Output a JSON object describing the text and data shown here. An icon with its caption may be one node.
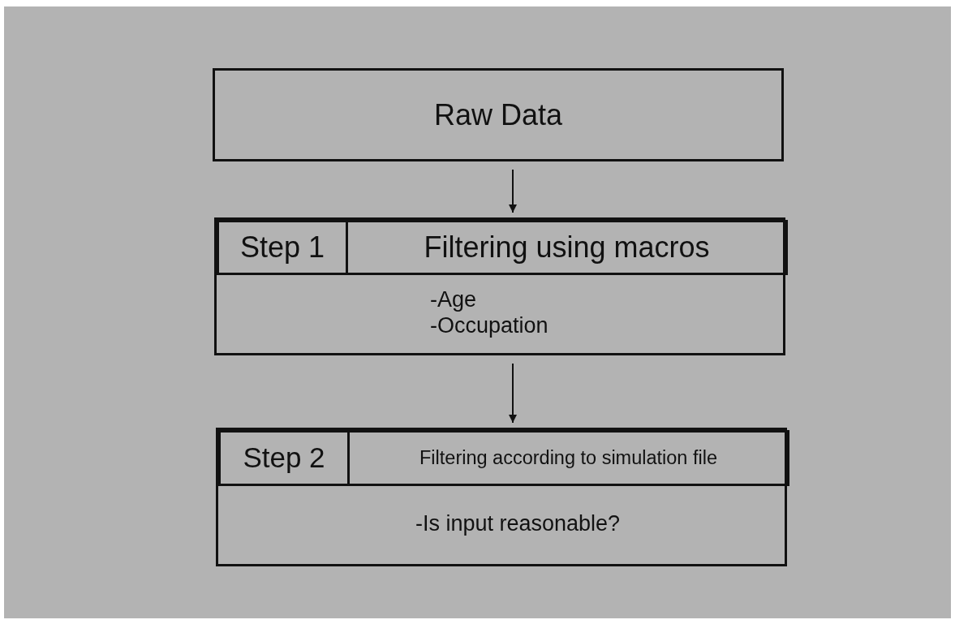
{
  "diagram": {
    "nodes": [
      {
        "text": [
          "Raw Data"
        ]
      },
      {
        "text": [
          "-Age",
          "-Occupation"
        ]
      },
      {
        "text": [
          "Step 1"
        ],
        "in": 1
      },
      {
        "text": [
          "Filtering using macros"
        ],
        "in": 1
      },
      {
        "text": [
          "-Is input reasonable?"
        ]
      },
      {
        "text": [
          "Step 2"
        ],
        "in": 4
      },
      {
        "text": [
          "Filtering according to simulation file"
        ],
        "in": 4
      }
    ],
    "edges": [
      {
        "from": 0,
        "to": 1,
        "arrow": "to"
      },
      {
        "from": 1,
        "to": 4,
        "arrow": "to"
      }
    ]
  }
}
